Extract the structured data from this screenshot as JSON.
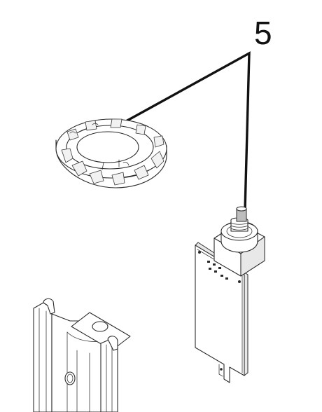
{
  "diagram": {
    "callout": {
      "label": "5"
    },
    "parts": [
      {
        "name": "cap-knob",
        "icon": "round-knurled-cap"
      },
      {
        "name": "circuit-board",
        "icon": "pcb-with-connector"
      },
      {
        "name": "mounting-bracket",
        "icon": "bracket-frame"
      }
    ],
    "colors": {
      "background": "#ffffff",
      "line": "#2a2a2a",
      "leader": "#111111"
    }
  }
}
